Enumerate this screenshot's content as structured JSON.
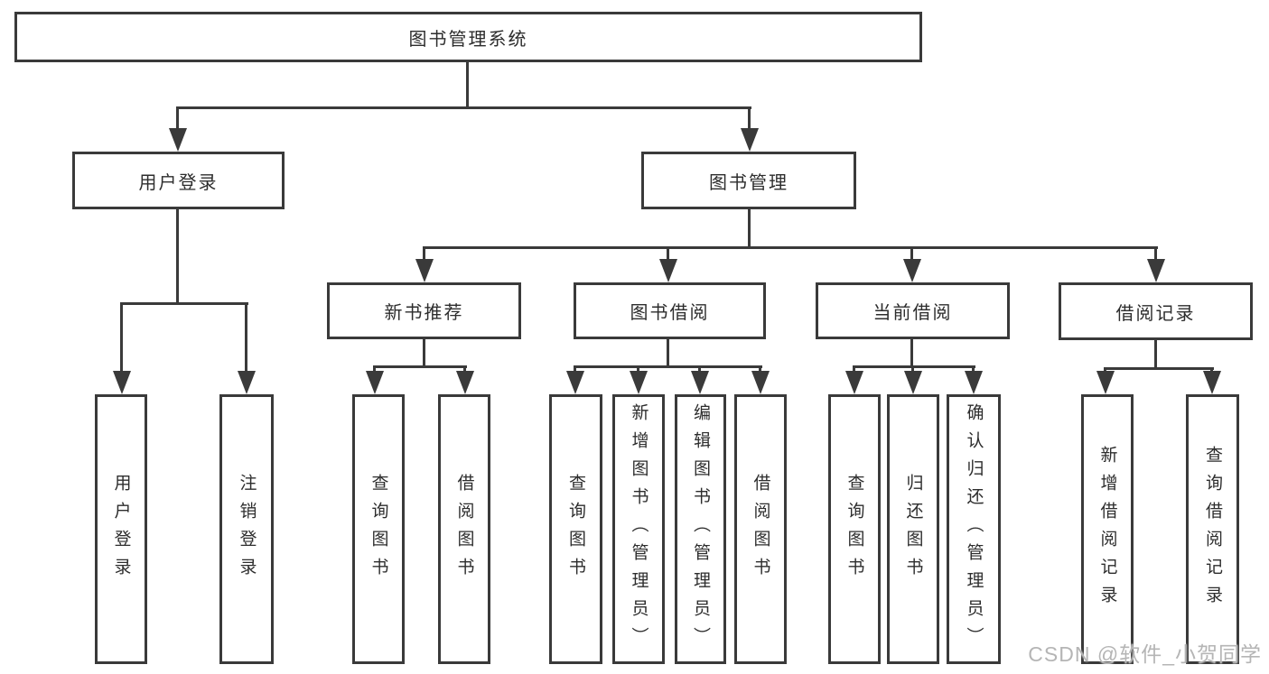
{
  "root": {
    "label": "图书管理系统"
  },
  "branches": {
    "user_login": {
      "label": "用户登录",
      "children": {
        "login": "用户登录",
        "logout": "注销登录"
      }
    },
    "book_management": {
      "label": "图书管理",
      "sections": {
        "new_books": {
          "label": "新书推荐",
          "children": {
            "query": "查询图书",
            "borrow": "借阅图书"
          }
        },
        "book_borrowing": {
          "label": "图书借阅",
          "children": {
            "query": "查询图书",
            "add": "新增图书（管理员）",
            "edit": "编辑图书（管理员）",
            "borrow": "借阅图书"
          }
        },
        "current_borrowing": {
          "label": "当前借阅",
          "children": {
            "query": "查询图书",
            "return": "归还图书",
            "confirm": "确认归还（管理员）"
          }
        },
        "borrow_records": {
          "label": "借阅记录",
          "children": {
            "add": "新增借阅记录",
            "query": "查询借阅记录"
          }
        }
      }
    }
  },
  "watermark": {
    "text": "CSDN @软件_小贺同学"
  },
  "colors": {
    "line": "#3a3a3a",
    "text": "#2d2d2d",
    "background": "#ffffff",
    "watermark": "#b5b5b5"
  }
}
